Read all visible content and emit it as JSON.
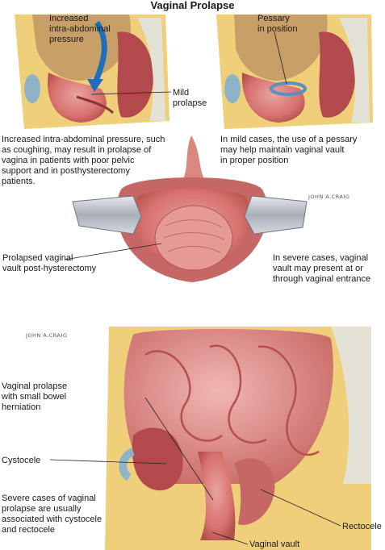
{
  "title": "Vaginal Prolapse",
  "labels": {
    "increased_pressure": "Increased\nintra-abdominal\npressure",
    "mild_prolapse": "Mild\nprolapse",
    "pessary": "Pessary\nin position",
    "caption_left": "Increased intra-abdominal pressure, such\nas coughing, may result in prolapse of\nvagina in patients with poor pelvic\nsupport and in posthysterectomy\npatients.",
    "caption_right": "In mild cases, the use of a pessary\nmay help maintain vaginal vault\nin proper position",
    "prolapsed_vault": "Prolapsed vaginal\nvault post-hysterectomy",
    "severe_cases": "In severe cases, vaginal\nvault may present at or\nthrough vaginal entrance",
    "bowel_herniation": "Vaginal prolapse\nwith small bowel\nherniation",
    "cystocele": "Cystocele",
    "severe_associated": "Severe cases of vaginal\nprolapse are usually\nassociated with cystocele\nand rectocele",
    "rectocele": "Rectocele",
    "vaginal_vault": "Vaginal vault"
  },
  "signatures": {
    "top": "JOHN A.CRAIG",
    "bottom": "JOHN A.CRAIG"
  }
}
